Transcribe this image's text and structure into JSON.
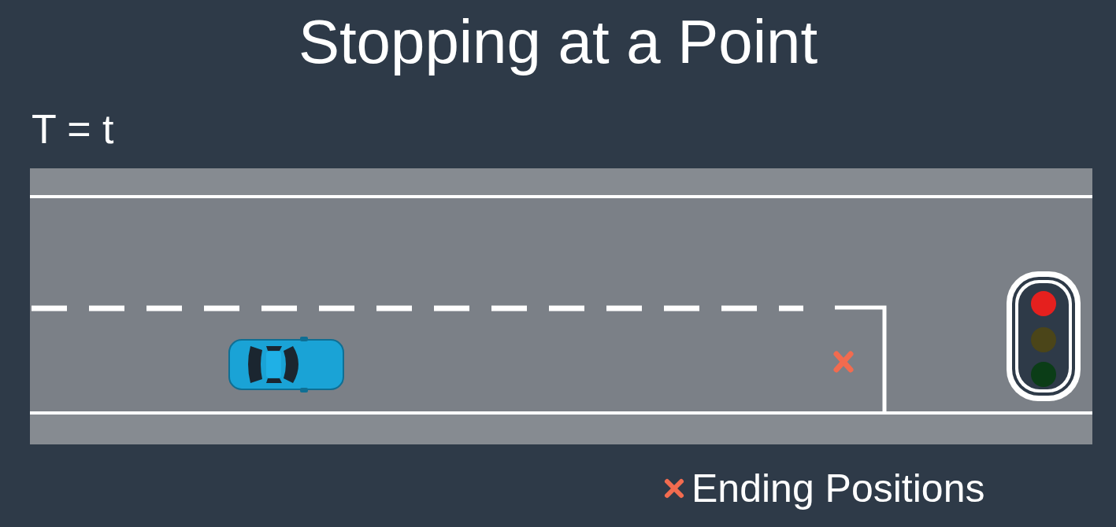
{
  "diagram": {
    "title": "Stopping at a Point",
    "labels": [
      "T = t"
    ],
    "legend": [
      {
        "text": "Ending Positions"
      }
    ]
  }
}
